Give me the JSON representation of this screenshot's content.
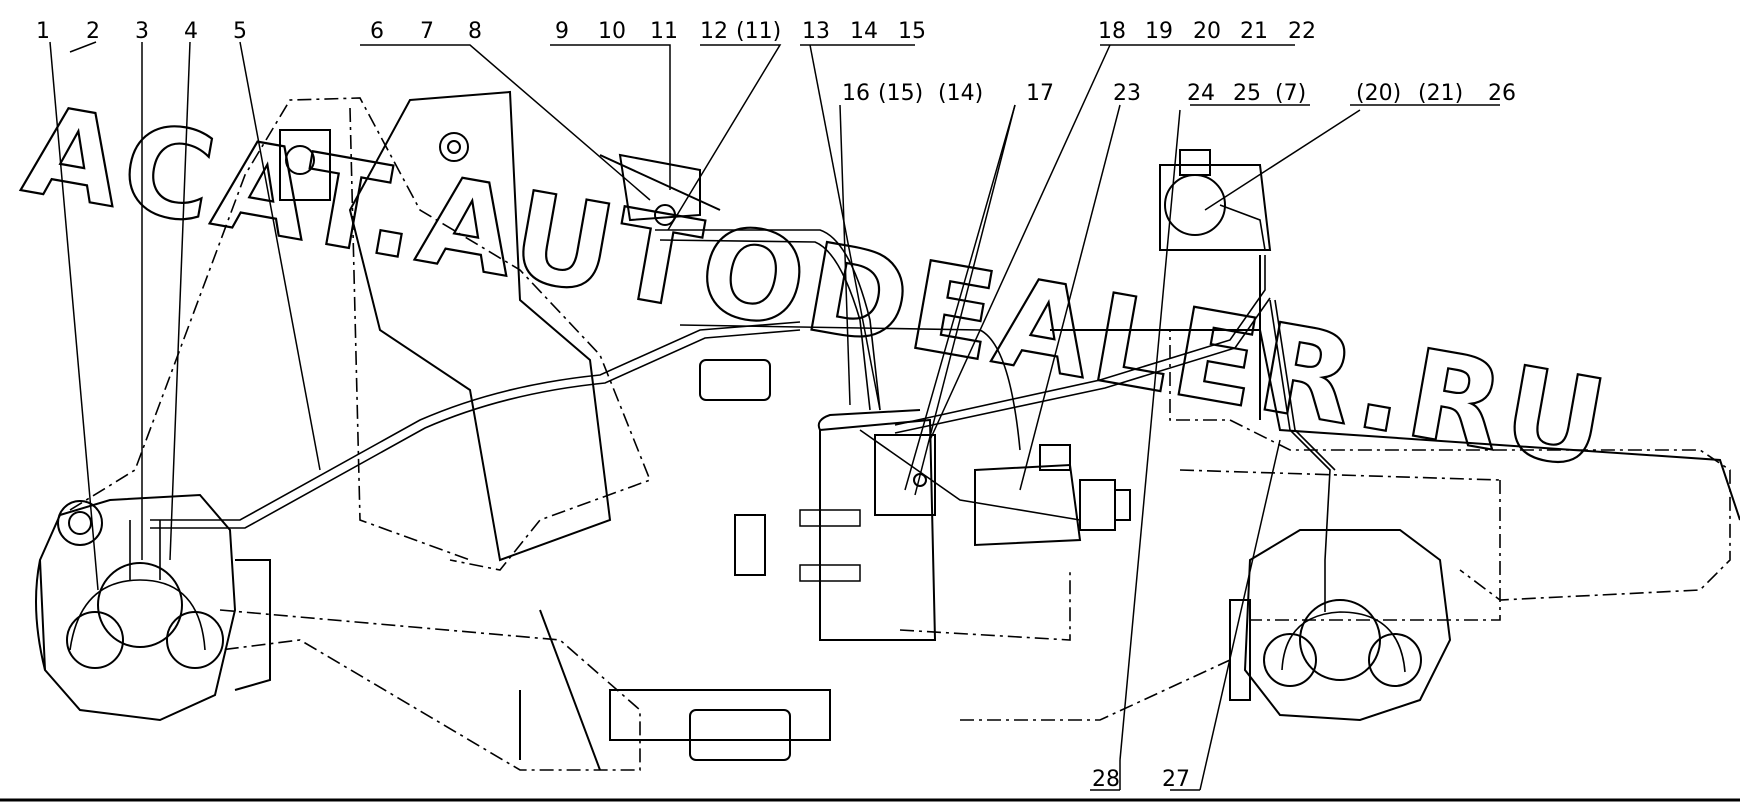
{
  "callouts": {
    "top": [
      "1",
      "2",
      "3",
      "4",
      "5",
      "6",
      "7",
      "8",
      "9",
      "10",
      "11",
      "12",
      "(11)",
      "13",
      "14",
      "15",
      "18",
      "19",
      "20",
      "21",
      "22"
    ],
    "second_row": [
      "16",
      "(15)",
      "(14)",
      "17",
      "23",
      "24",
      "25",
      "(7)",
      "(20)",
      "(21)",
      "26"
    ],
    "bottom": [
      "28",
      "27"
    ]
  },
  "watermark": "ACAT.AUTODEALER.RU"
}
